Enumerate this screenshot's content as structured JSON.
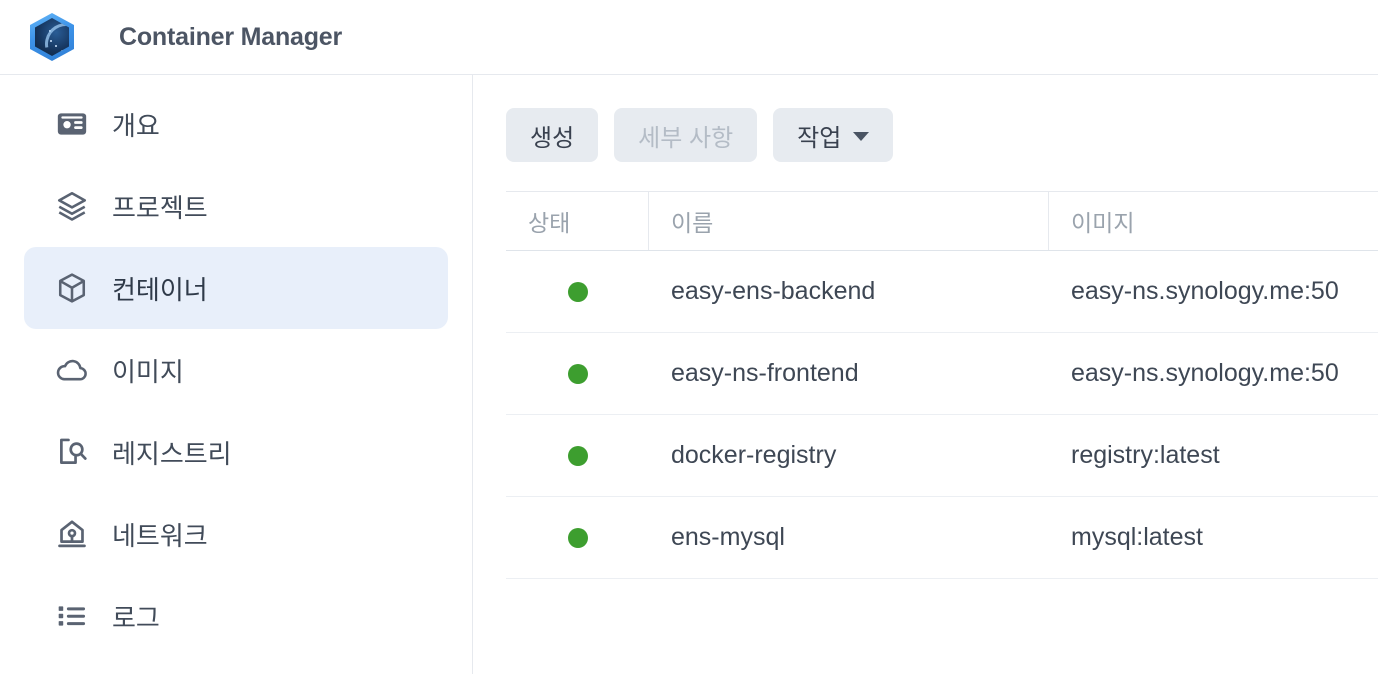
{
  "app": {
    "title": "Container Manager",
    "logo_icon": "container-manager-hexagon-icon"
  },
  "sidebar": {
    "items": [
      {
        "id": "overview",
        "label": "개요",
        "icon": "id-card-icon",
        "active": false
      },
      {
        "id": "project",
        "label": "프로젝트",
        "icon": "layers-icon",
        "active": false
      },
      {
        "id": "container",
        "label": "컨테이너",
        "icon": "cube-icon",
        "active": true
      },
      {
        "id": "image",
        "label": "이미지",
        "icon": "cloud-icon",
        "active": false
      },
      {
        "id": "registry",
        "label": "레지스트리",
        "icon": "search-box-icon",
        "active": false
      },
      {
        "id": "network",
        "label": "네트워크",
        "icon": "network-icon",
        "active": false
      },
      {
        "id": "log",
        "label": "로그",
        "icon": "list-icon",
        "active": false
      }
    ]
  },
  "toolbar": {
    "create_label": "생성",
    "details_label": "세부 사항",
    "details_disabled": true,
    "action_label": "작업",
    "action_caret_icon": "chevron-down-icon"
  },
  "table": {
    "columns": [
      {
        "key": "status",
        "label": "상태"
      },
      {
        "key": "name",
        "label": "이름"
      },
      {
        "key": "image",
        "label": "이미지"
      }
    ],
    "rows": [
      {
        "status": "running",
        "name": "easy-ens-backend",
        "image": "easy-ns.synology.me:50"
      },
      {
        "status": "running",
        "name": "easy-ns-frontend",
        "image": "easy-ns.synology.me:50"
      },
      {
        "status": "running",
        "name": "docker-registry",
        "image": "registry:latest"
      },
      {
        "status": "running",
        "name": "ens-mysql",
        "image": "mysql:latest"
      }
    ]
  },
  "colors": {
    "status_running": "#3d9e2f",
    "sidebar_active_bg": "#e8effa",
    "toolbar_button_bg": "#e7ebf0",
    "text_primary": "#3e4754",
    "text_muted": "#9aa3ad"
  }
}
